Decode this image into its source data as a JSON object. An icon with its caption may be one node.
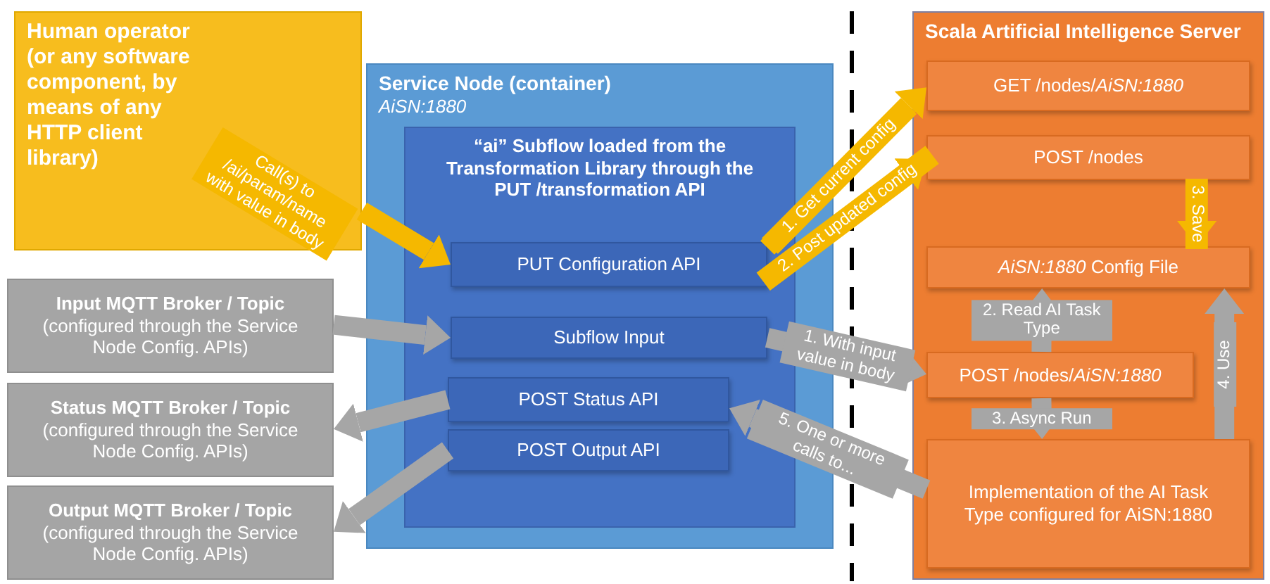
{
  "diagram": {
    "nodes": [
      {
        "text": [
          "Human operator (or any software component, by means of any HTTP client library)"
        ]
      },
      {
        "text": [
          "Service Node (container)",
          "AiSN:1880"
        ]
      },
      {
        "text": [
          "“ai” Subflow loaded from the Transformation Library through the PUT /transformation API"
        ],
        "in": 1
      },
      {
        "text": [
          "PUT Configuration API"
        ],
        "in": 2
      },
      {
        "text": [
          "Subflow Input"
        ],
        "in": 2
      },
      {
        "text": [
          "POST Status API"
        ],
        "in": 2
      },
      {
        "text": [
          "POST Output API"
        ],
        "in": 2
      },
      {
        "text": [
          "Input MQTT Broker / Topic",
          "(configured through the Service Node Config. APIs)"
        ]
      },
      {
        "text": [
          "Status MQTT Broker / Topic",
          "(configured through the Service Node Config. APIs)"
        ]
      },
      {
        "text": [
          "Output MQTT Broker / Topic",
          "(configured through the Service Node Config. APIs)"
        ]
      },
      {
        "text": [
          "Scala Artificial Intelligence Server"
        ]
      },
      {
        "text": [
          "GET /nodes/*AiSN:1880*"
        ],
        "in": 10
      },
      {
        "text": [
          "POST /nodes"
        ],
        "in": 10
      },
      {
        "text": [
          "*AiSN:1880* Config File"
        ],
        "in": 10
      },
      {
        "text": [
          "POST /nodes/*AiSN:1880*"
        ],
        "in": 10
      },
      {
        "text": [
          "Implementation of the AI Task Type configured for AiSN:1880"
        ],
        "in": 10
      }
    ],
    "edges": [
      {
        "from": 0,
        "to": 3,
        "arrow": "to",
        "label": "Call(s) to /ai/param/name with value in body",
        "color": "#f5b800"
      },
      {
        "from": 3,
        "to": 11,
        "arrow": "to",
        "label": "1. Get current config",
        "color": "#f5b800"
      },
      {
        "from": 3,
        "to": 12,
        "arrow": "to",
        "label": "2. Post updated config",
        "color": "#f5b800"
      },
      {
        "from": 12,
        "to": 13,
        "arrow": "to",
        "label": "3. Save",
        "color": "#f5b800"
      },
      {
        "from": 7,
        "to": 4,
        "arrow": "to"
      },
      {
        "from": 5,
        "to": 8,
        "arrow": "to"
      },
      {
        "from": 6,
        "to": 9,
        "arrow": "to"
      },
      {
        "from": 4,
        "to": 14,
        "arrow": "to",
        "label": "1. With input value in body"
      },
      {
        "from": 14,
        "to": 13,
        "arrow": "to",
        "label": "2. Read AI Task Type"
      },
      {
        "from": 14,
        "to": 15,
        "arrow": "to",
        "label": "3. Async Run"
      },
      {
        "from": 15,
        "to": 13,
        "arrow": "to",
        "label": "4. Use"
      },
      {
        "from": 15,
        "to": 5,
        "arrow": "to",
        "label": "5. One or more calls to..."
      }
    ]
  }
}
